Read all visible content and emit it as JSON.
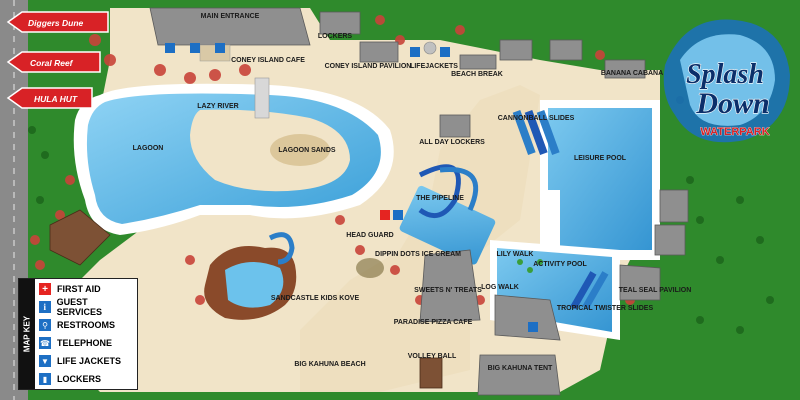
{
  "logo": {
    "line1": "Splash",
    "line2": "Down",
    "line3": "WATERPARK"
  },
  "signs": [
    {
      "label": "Diggers Dune"
    },
    {
      "label": "Coral Reef"
    },
    {
      "label": "HULA HUT"
    }
  ],
  "attractions": {
    "main_entrance": "MAIN ENTRANCE",
    "lockers_top": "LOCKERS",
    "coney_island_cafe": "CONEY ISLAND CAFE",
    "coney_island_pavilion": "CONEY ISLAND PAVILION",
    "lifejackets": "LIFEJACKETS",
    "beach_break": "BEACH BREAK",
    "banana_cabana": "BANANA CABANA",
    "lazy_river": "LAZY RIVER",
    "lagoon": "LAGOON",
    "lagoon_sands": "LAGOON SANDS",
    "all_day_lockers": "ALL DAY LOCKERS",
    "cannonball_slides": "CANNONBALL SLIDES",
    "leisure_pool": "LEISURE POOL",
    "the_pipeline": "THE PIPELINE",
    "head_guard": "HEAD GUARD",
    "dippin_dots": "DIPPIN DOTS ICE CREAM",
    "lily_walk": "LILY WALK",
    "activity_pool": "ACTIVITY POOL",
    "log_walk": "LOG WALK",
    "sweets_n_treats": "SWEETS N' TREATS",
    "sandcastle_kids_kove": "SANDCASTLE KIDS KOVE",
    "paradise_pizza_cafe": "PARADISE PIZZA CAFE",
    "tropical_twister_slides": "TROPICAL TWISTER SLIDES",
    "teal_seal_pavilion": "TEAL SEAL PAVILION",
    "big_kahuna_beach": "BIG KAHUNA BEACH",
    "volley_ball": "VOLLEY BALL",
    "big_kahuna_tent": "BIG KAHUNA TENT"
  },
  "map_key": {
    "title": "MAP KEY",
    "items": [
      {
        "icon": "first-aid-icon",
        "label": "FIRST AID",
        "color": "#e52421"
      },
      {
        "icon": "guest-services-icon",
        "label": "GUEST SERVICES",
        "color": "#1d6fc4"
      },
      {
        "icon": "restrooms-icon",
        "label": "RESTROOMS",
        "color": "#1d6fc4"
      },
      {
        "icon": "telephone-icon",
        "label": "TELEPHONE",
        "color": "#1d6fc4"
      },
      {
        "icon": "life-jackets-icon",
        "label": "LIFE JACKETS",
        "color": "#1d6fc4"
      },
      {
        "icon": "lockers-icon",
        "label": "LOCKERS",
        "color": "#1d6fc4"
      }
    ]
  },
  "colors": {
    "grass": "#2f8a2c",
    "sand": "#f1e4c8",
    "water": "#5bb8e6",
    "sign_red": "#d82226",
    "key_bg": "#ffffff"
  }
}
